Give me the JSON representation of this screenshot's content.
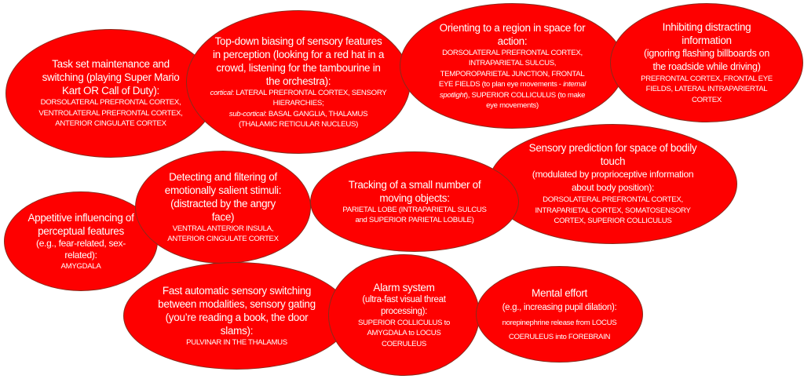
{
  "colors": {
    "ellipse_fill": "#fe0000",
    "ellipse_border": "#8a2b1c",
    "text": "#ffffff"
  },
  "nodes": {
    "task_set": {
      "title": "Task set maintenance and switching",
      "example": "(playing Super Mario Kart OR Call of Duty):",
      "regions": "DORSOLATERAL PREFRONTAL CORTEX, VENTROLATERAL PREFRONTAL CORTEX, ANTERIOR CINGULATE CORTEX"
    },
    "top_down": {
      "title": "Top-down biasing of sensory features in perception",
      "example": "(looking for a red hat in a crowd, listening for the tambourine in the orchestra):",
      "cortical_label": "cortical",
      "cortical_regions": ": LATERAL PREFRONTAL CORTEX, SENSORY HIERARCHIES;",
      "subcortical_label": "sub-cortical",
      "subcortical_regions": ": BASAL GANGLIA, THALAMUS (THALAMIC RETICULAR NUCLEUS)"
    },
    "orienting": {
      "title": "Orienting to a region in space for action:",
      "regions_a": "DORSOLATERAL PREFRONTAL CORTEX, INTRAPARIETAL SULCUS, TEMPOROPARIETAL JUNCTION, FRONTAL EYE FIELDS (to plan eye movements - ",
      "spotlight": "internal spotlight",
      "regions_b": "), SUPERIOR COLLICULUS (to make eye movements)"
    },
    "inhibiting": {
      "title": "Inhibiting distracting information",
      "example": "(ignoring flashing billboards on the roadside while driving)",
      "regions": "PREFRONTAL CORTEX, FRONTAL EYE FIELDS, LATERAL INTRAPARIERTAL CORTEX"
    },
    "sensory_prediction": {
      "title": "Sensory prediction for space of bodily touch",
      "example": "(modulated by proprioceptive information about body position):",
      "regions": "DORSOLATERAL PREFRONTAL CORTEX, INTRAPARIETAL CORTEX, SOMATOSENSORY CORTEX, SUPERIOR COLLICULUS"
    },
    "tracking": {
      "title": "Tracking of a small number of moving objects:",
      "regions": "PARIETAL LOBE (INTRAPARIETAL SULCUS and SUPERIOR PARIETAL LOBULE)"
    },
    "appetitive": {
      "title": "Appetitive influencing of perceptual features",
      "example": "(e.g., fear-related, sex-related):",
      "regions": "AMYGDALA"
    },
    "detecting": {
      "title": "Detecting and filtering of emotionally salient stimuli:",
      "example": "(distracted by the angry face)",
      "regions": "VENTRAL ANTERIOR INSULA, ANTERIOR CINGULATE CORTEX"
    },
    "fast_switching": {
      "title": "Fast automatic sensory switching between modalities, sensory gating",
      "example": "(you’re reading a book, the door slams):",
      "regions": "PULVINAR IN THE THALAMUS"
    },
    "alarm": {
      "title": "Alarm system",
      "example": "(ultra-fast visual threat processing):",
      "regions": "SUPERIOR COLLICULUS to AMYGDALA to LOCUS COERULEUS"
    },
    "mental_effort": {
      "title": "Mental effort",
      "example": "(e.g., increasing pupil dilation):",
      "regions": "norepinephrine release from LOCUS COERULEUS into FOREBRAIN"
    }
  }
}
